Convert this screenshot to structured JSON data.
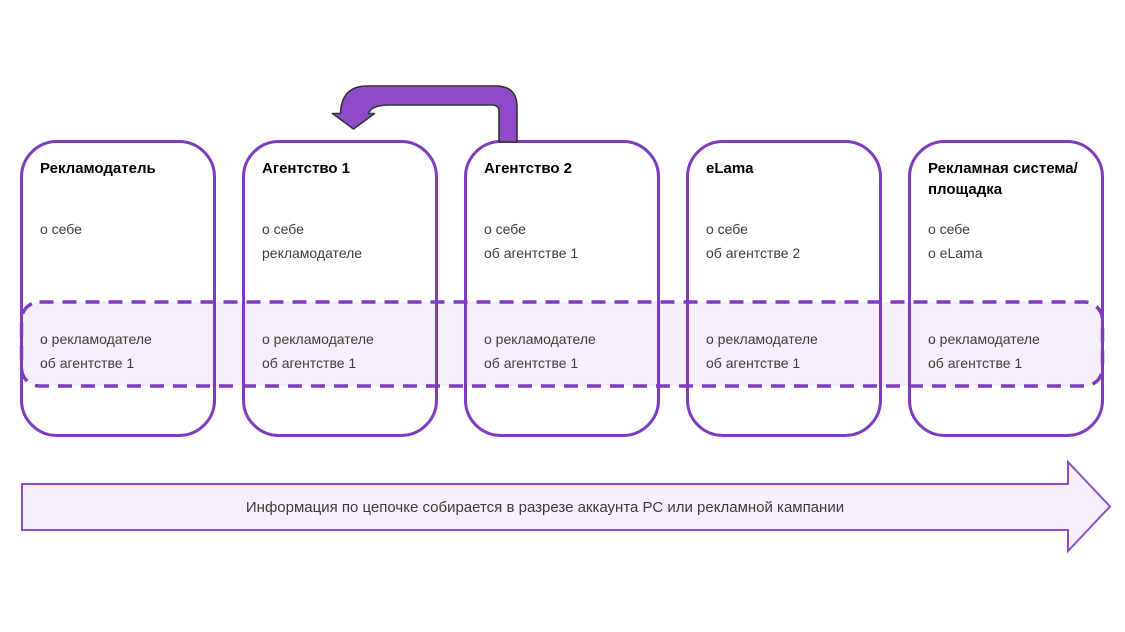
{
  "colors": {
    "card_border": "#7d3cbe",
    "band_fill": "rgba(237,223,247,0.5)",
    "band_border": "#7d3cbe",
    "ribbon_fill": "#8e4cc8",
    "ribbon_outline": "#333333",
    "big_arrow_fill": "#f7f0fc",
    "big_arrow_border": "#8a4fc8",
    "title_color": "#000000",
    "text_color": "#3c3c3c"
  },
  "cards": [
    {
      "title": "Рекламодатель",
      "knows_lines": [
        "о себе"
      ],
      "band_lines": [
        "о рекламодателе",
        "об агентстве 1"
      ]
    },
    {
      "title": "Агентство 1",
      "knows_lines": [
        "о себе",
        "рекламодателе"
      ],
      "band_lines": [
        "о рекламодателе",
        "об агентстве 1"
      ]
    },
    {
      "title": "Агентство 2",
      "knows_lines": [
        "о себе",
        "об агентстве 1"
      ],
      "band_lines": [
        "о рекламодателе",
        "об агентстве 1"
      ]
    },
    {
      "title": "eLama",
      "knows_lines": [
        "о себе",
        "об агентстве 2"
      ],
      "band_lines": [
        "о рекламодателе",
        "об агентстве 1"
      ]
    },
    {
      "title": "Рекламная система/площадка",
      "knows_lines": [
        "о себе",
        "о eLama"
      ],
      "band_lines": [
        "о рекламодателе",
        "об агентстве 1"
      ]
    }
  ],
  "bottom_arrow": {
    "label": "Информация по цепочке собирается в разрезе аккаунта РС или рекламной кампании"
  }
}
